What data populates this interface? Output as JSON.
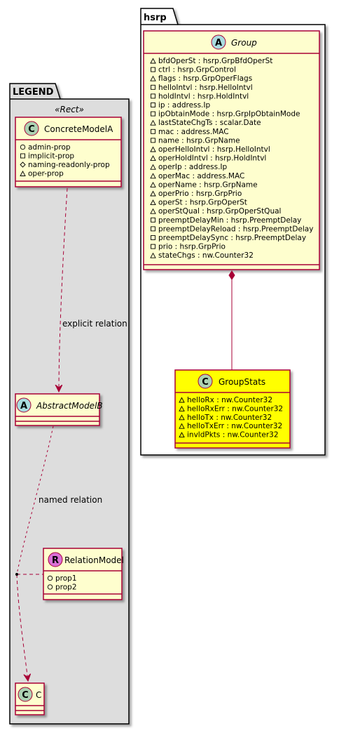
{
  "packages": {
    "legend": {
      "title": "LEGEND",
      "stereotype": "«Rect»"
    },
    "hsrp": {
      "title": "hsrp"
    }
  },
  "classes": {
    "group": {
      "kind": "A",
      "name": "Group",
      "attributes": [
        {
          "vis": "△",
          "text": "bfdOperSt : hsrp.GrpBfdOperSt"
        },
        {
          "vis": "□",
          "text": "ctrl : hsrp.GrpControl"
        },
        {
          "vis": "△",
          "text": "flags : hsrp.GrpOperFlags"
        },
        {
          "vis": "□",
          "text": "helloIntvl : hsrp.HelloIntvl"
        },
        {
          "vis": "□",
          "text": "holdIntvl : hsrp.HoldIntvl"
        },
        {
          "vis": "□",
          "text": "ip : address.Ip"
        },
        {
          "vis": "□",
          "text": "ipObtainMode : hsrp.GrpIpObtainMode"
        },
        {
          "vis": "△",
          "text": "lastStateChgTs : scalar.Date"
        },
        {
          "vis": "□",
          "text": "mac : address.MAC"
        },
        {
          "vis": "□",
          "text": "name : hsrp.GrpName"
        },
        {
          "vis": "△",
          "text": "operHelloIntvl : hsrp.HelloIntvl"
        },
        {
          "vis": "△",
          "text": "operHoldIntvl : hsrp.HoldIntvl"
        },
        {
          "vis": "△",
          "text": "operIp : address.Ip"
        },
        {
          "vis": "△",
          "text": "operMac : address.MAC"
        },
        {
          "vis": "△",
          "text": "operName : hsrp.GrpName"
        },
        {
          "vis": "△",
          "text": "operPrio : hsrp.GrpPrio"
        },
        {
          "vis": "△",
          "text": "operSt : hsrp.GrpOperSt"
        },
        {
          "vis": "△",
          "text": "operStQual : hsrp.GrpOperStQual"
        },
        {
          "vis": "□",
          "text": "preemptDelayMin : hsrp.PreemptDelay"
        },
        {
          "vis": "□",
          "text": "preemptDelayReload : hsrp.PreemptDelay"
        },
        {
          "vis": "□",
          "text": "preemptDelaySync : hsrp.PreemptDelay"
        },
        {
          "vis": "□",
          "text": "prio : hsrp.GrpPrio"
        },
        {
          "vis": "△",
          "text": "stateChgs : nw.Counter32"
        }
      ]
    },
    "groupstats": {
      "kind": "C",
      "name": "GroupStats",
      "attributes": [
        {
          "vis": "△",
          "text": "helloRx : nw.Counter32"
        },
        {
          "vis": "△",
          "text": "helloRxErr : nw.Counter32"
        },
        {
          "vis": "△",
          "text": "helloTx : nw.Counter32"
        },
        {
          "vis": "△",
          "text": "helloTxErr : nw.Counter32"
        },
        {
          "vis": "△",
          "text": "invldPkts : nw.Counter32"
        }
      ]
    },
    "concrete": {
      "kind": "C",
      "name": "ConcreteModelA",
      "attributes": [
        {
          "vis": "○",
          "text": "admin-prop"
        },
        {
          "vis": "□",
          "text": "implicit-prop"
        },
        {
          "vis": "◇",
          "text": "naming-readonly-prop"
        },
        {
          "vis": "△",
          "text": "oper-prop"
        }
      ]
    },
    "abstract": {
      "kind": "A",
      "name": "AbstractModelB",
      "attributes": []
    },
    "relation": {
      "kind": "R",
      "name": "RelationModel",
      "attributes": [
        {
          "vis": "○",
          "text": "prop1"
        },
        {
          "vis": "○",
          "text": "prop2"
        }
      ]
    },
    "c": {
      "kind": "C",
      "name": "C",
      "attributes": []
    }
  },
  "edges": {
    "explicit_label": "explicit relation",
    "named_label": "named relation"
  },
  "colors": {
    "class_fill": "#FEFECE",
    "class_stroke": "#A80036",
    "highlight_fill": "#FFFF00",
    "legend_fill": "#DDDDDD",
    "circle_c": "#ADD1B2",
    "circle_a": "#A9DCDF",
    "circle_r": "#DA70D6"
  }
}
